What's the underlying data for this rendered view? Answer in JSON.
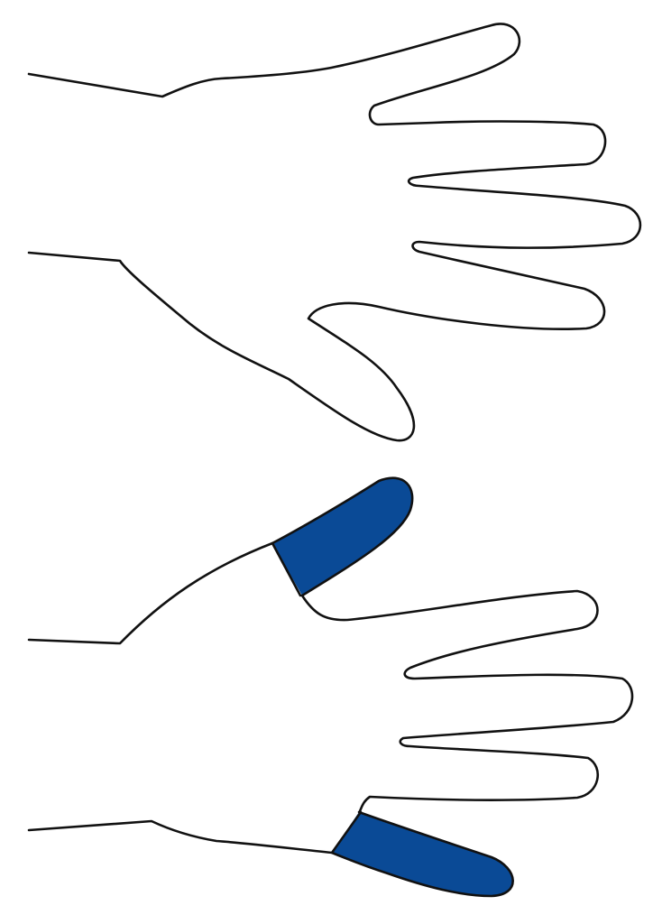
{
  "colors": {
    "background": "#ffffff",
    "outline": "#111111",
    "highlight": "#0a4a96"
  },
  "figures": [
    {
      "name": "hand-outline-plain",
      "highlighted_parts": []
    },
    {
      "name": "hand-outline-thumb-highlight",
      "highlighted_parts": [
        "thumb",
        "little-finger"
      ]
    }
  ]
}
